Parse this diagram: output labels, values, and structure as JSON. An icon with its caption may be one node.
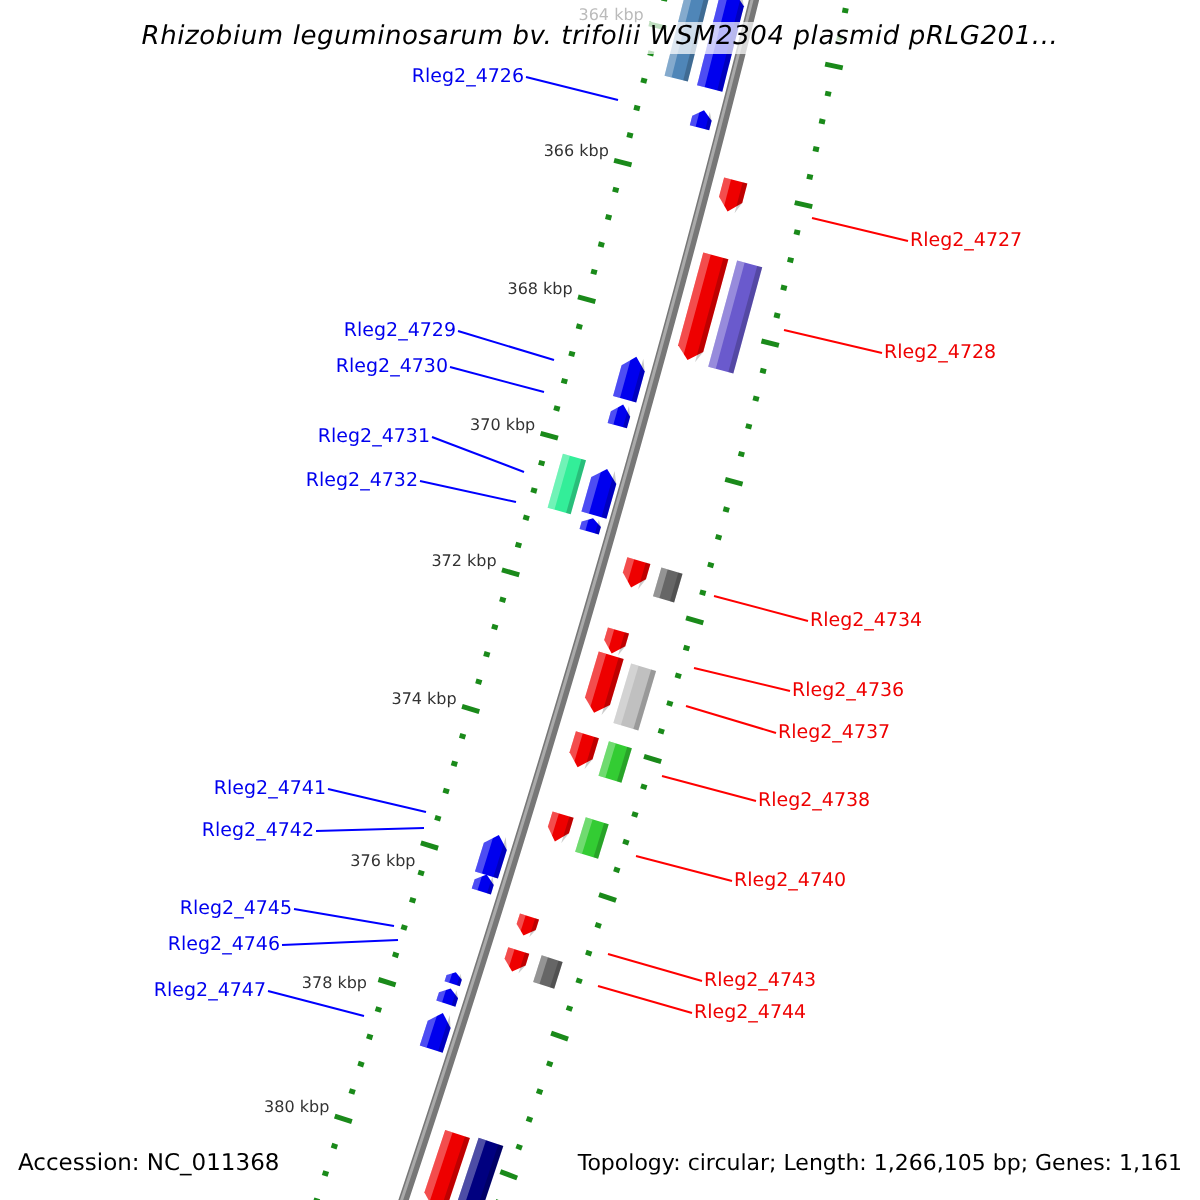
{
  "diagram": {
    "title": "Rhizobium leguminosarum bv. trifolii WSM2304 plasmid pRLG201...",
    "nodes": [
      {
        "text": [
          "Rleg2_4726"
        ]
      },
      {
        "text": [
          "Rleg2_4727"
        ]
      },
      {
        "text": [
          "Rleg2_4729"
        ]
      },
      {
        "text": [
          "Rleg2_4728"
        ]
      },
      {
        "text": [
          "Rleg2_4730"
        ]
      },
      {
        "text": [
          "Rleg2_4731"
        ]
      },
      {
        "text": [
          "Rleg2_4732"
        ]
      },
      {
        "text": [
          "Rleg2_4734"
        ]
      },
      {
        "text": [
          "Rleg2_4736"
        ]
      },
      {
        "text": [
          "Rleg2_4737"
        ]
      },
      {
        "text": [
          "Rleg2_4741"
        ]
      },
      {
        "text": [
          "Rleg2_4738"
        ]
      },
      {
        "text": [
          "Rleg2_4742"
        ]
      },
      {
        "text": [
          "Rleg2_4740"
        ]
      },
      {
        "text": [
          "Rleg2_4745"
        ]
      },
      {
        "text": [
          "Rleg2_4746"
        ]
      },
      {
        "text": [
          "Rleg2_4747"
        ]
      },
      {
        "text": [
          "Rleg2_4743"
        ]
      },
      {
        "text": [
          "Rleg2_4744"
        ]
      }
    ],
    "edges": [
      {
        "from": 0,
        "to": null,
        "arrow": "none",
        "color": "#0000ff"
      },
      {
        "from": 1,
        "to": null,
        "arrow": "none",
        "color": "#ff0000"
      },
      {
        "from": 2,
        "to": null,
        "arrow": "none",
        "color": "#0000ff"
      },
      {
        "from": 3,
        "to": null,
        "arrow": "none",
        "color": "#ff0000"
      },
      {
        "from": 4,
        "to": null,
        "arrow": "none",
        "color": "#0000ff"
      },
      {
        "from": 5,
        "to": null,
        "arrow": "none",
        "color": "#0000ff"
      },
      {
        "from": 6,
        "to": null,
        "arrow": "none",
        "color": "#0000ff"
      },
      {
        "from": 7,
        "to": null,
        "arrow": "none",
        "color": "#ff0000"
      },
      {
        "from": 8,
        "to": null,
        "arrow": "none",
        "color": "#ff0000"
      },
      {
        "from": 9,
        "to": null,
        "arrow": "none",
        "color": "#ff0000"
      },
      {
        "from": 10,
        "to": null,
        "arrow": "none",
        "color": "#0000ff"
      },
      {
        "from": 11,
        "to": null,
        "arrow": "none",
        "color": "#ff0000"
      },
      {
        "from": 12,
        "to": null,
        "arrow": "none",
        "color": "#0000ff"
      },
      {
        "from": 13,
        "to": null,
        "arrow": "none",
        "color": "#ff0000"
      },
      {
        "from": 14,
        "to": null,
        "arrow": "none",
        "color": "#0000ff"
      },
      {
        "from": 15,
        "to": null,
        "arrow": "none",
        "color": "#0000ff"
      },
      {
        "from": 16,
        "to": null,
        "arrow": "none",
        "color": "#0000ff"
      },
      {
        "from": 17,
        "to": null,
        "arrow": "none",
        "color": "#ff0000"
      },
      {
        "from": 18,
        "to": null,
        "arrow": "none",
        "color": "#ff0000"
      }
    ],
    "labels": [
      "364 kbp",
      "366 kbp",
      "368 kbp",
      "370 kbp",
      "372 kbp",
      "374 kbp",
      "376 kbp",
      "378 kbp",
      "380 kbp",
      "Accession: NC_011368",
      "Topology: circular; Length: 1,266,105 bp; Genes: 1,161"
    ]
  }
}
